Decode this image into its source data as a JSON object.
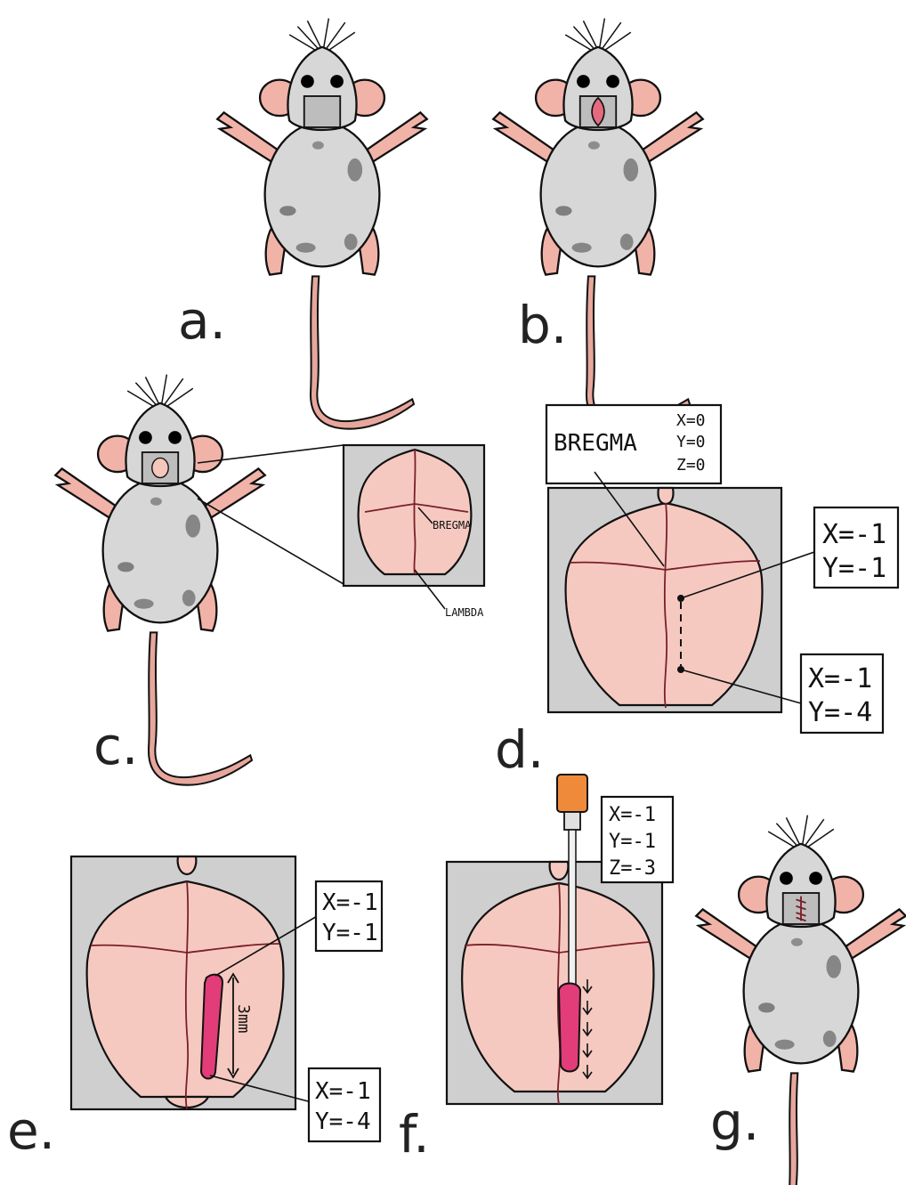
{
  "panels": {
    "a": {
      "letter": "a."
    },
    "b": {
      "letter": "b."
    },
    "c": {
      "letter": "c.",
      "bregma_label": "BREGMA",
      "lambda_label": "LAMBDA"
    },
    "d": {
      "letter": "d.",
      "bregma_title": "BREGMA",
      "bregma_coords": [
        "X=0",
        "Y=0",
        "Z=0"
      ],
      "point1": [
        "X=-1",
        "Y=-1"
      ],
      "point2": [
        "X=-1",
        "Y=-4"
      ]
    },
    "e": {
      "letter": "e.",
      "point1": [
        "X=-1",
        "Y=-1"
      ],
      "point2": [
        "X=-1",
        "Y=-4"
      ],
      "length_label": "3mm"
    },
    "f": {
      "letter": "f.",
      "coords": [
        "X=-1",
        "Y=-1",
        "Z=-3"
      ]
    },
    "g": {
      "letter": "g."
    }
  },
  "colors": {
    "fur": "#d7d7d7",
    "skin": "#f4c6bc",
    "incision": "#e23d78",
    "needle_hub": "#ef8a3a",
    "background_box": "#cfcfcf"
  }
}
